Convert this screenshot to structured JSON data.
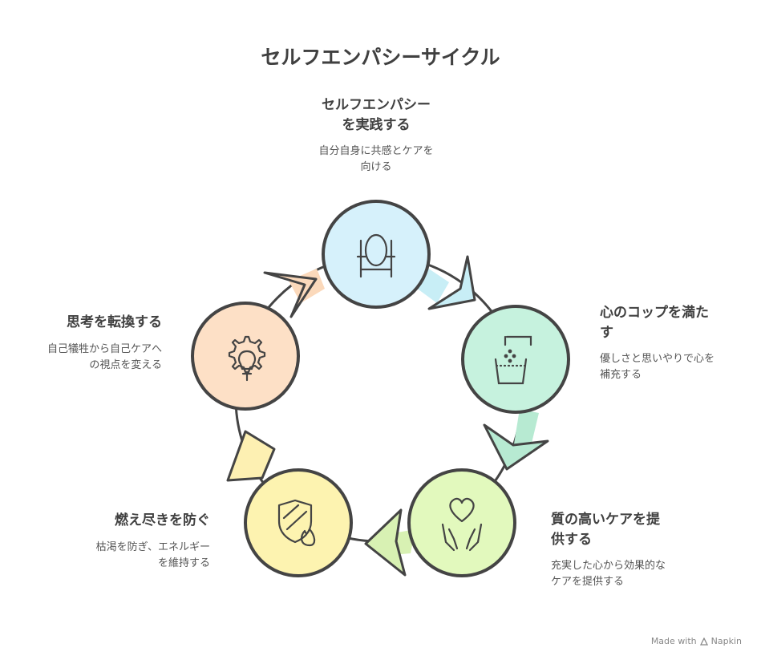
{
  "title": "セルフエンパシーサイクル",
  "steps": [
    {
      "title_line1": "セルフエンパシー",
      "title_line2": "を実践する",
      "desc_line1": "自分自身に共感とケアを",
      "desc_line2": "向ける",
      "icon": "mirror-icon",
      "color": "#d6f1fb"
    },
    {
      "title_line1": "心のコップを満た",
      "title_line2": "す",
      "desc_line1": "優しさと思いやりで心を",
      "desc_line2": "補充する",
      "icon": "faucet-cup-icon",
      "color": "#c6f2de"
    },
    {
      "title_line1": "質の高いケアを提",
      "title_line2": "供する",
      "desc_line1": "充実した心から効果的な",
      "desc_line2": "ケアを提供する",
      "icon": "heart-hands-icon",
      "color": "#e2f9bd"
    },
    {
      "title_line1": "燃え尽きを防ぐ",
      "title_line2": "",
      "desc_line1": "枯渇を防ぎ、エネルギー",
      "desc_line2": "を維持する",
      "icon": "shield-flame-icon",
      "color": "#fdf3b0"
    },
    {
      "title_line1": "思考を転換する",
      "title_line2": "",
      "desc_line1": "自己犠牲から自己ケアへ",
      "desc_line2": "の視点を変える",
      "icon": "gear-bulb-icon",
      "color": "#fde0c6"
    }
  ],
  "footer": {
    "label": "Made with",
    "brand": "Napkin"
  }
}
